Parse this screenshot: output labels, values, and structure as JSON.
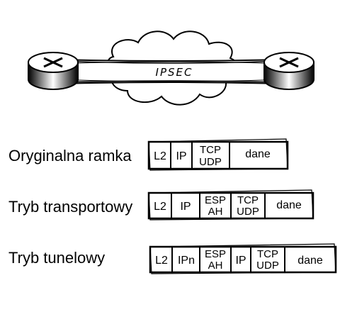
{
  "tunnel": {
    "label": "IPSEC"
  },
  "rows": [
    {
      "label": "Oryginalna ramka",
      "cells": [
        [
          "L2"
        ],
        [
          "IP"
        ],
        [
          "TCP",
          "UDP"
        ],
        [
          "dane"
        ]
      ]
    },
    {
      "label": "Tryb transportowy",
      "cells": [
        [
          "L2"
        ],
        [
          "IP"
        ],
        [
          "ESP",
          "AH"
        ],
        [
          "TCP",
          "UDP"
        ],
        [
          "dane"
        ]
      ]
    },
    {
      "label": "Tryb tunelowy",
      "cells": [
        [
          "L2"
        ],
        [
          "IPn"
        ],
        [
          "ESP",
          "AH"
        ],
        [
          "IP"
        ],
        [
          "TCP",
          "UDP"
        ],
        [
          "dane"
        ]
      ]
    }
  ],
  "colors": {
    "stroke": "#000000",
    "background": "#ffffff"
  }
}
